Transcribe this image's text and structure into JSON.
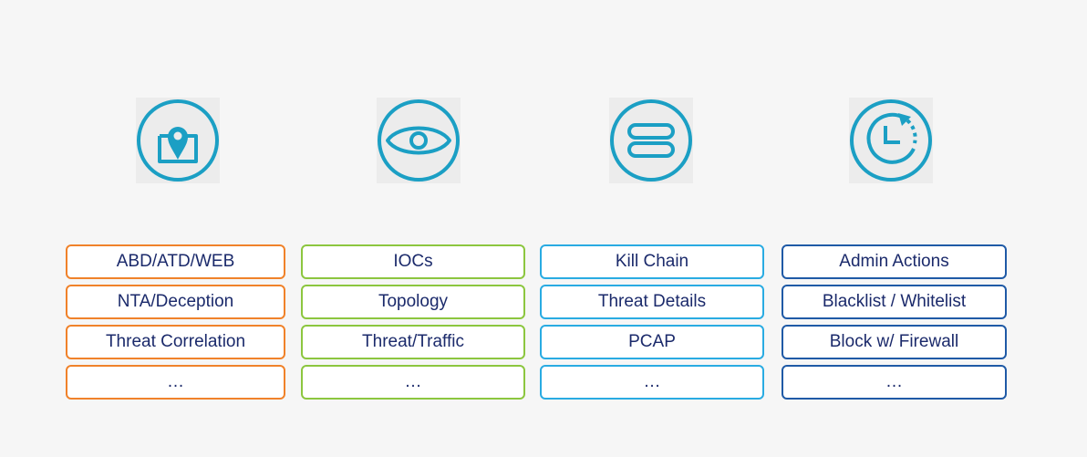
{
  "columns": [
    {
      "icon": "location-pin-icon",
      "color": "#f0822a",
      "items": [
        "ABD/ATD/WEB",
        "NTA/Deception",
        "Threat Correlation",
        "…"
      ]
    },
    {
      "icon": "eye-icon",
      "color": "#8cc63f",
      "items": [
        "IOCs",
        "Topology",
        "Threat/Traffic",
        "…"
      ]
    },
    {
      "icon": "database-icon",
      "color": "#29abe2",
      "items": [
        "Kill Chain",
        "Threat Details",
        "PCAP",
        "…"
      ]
    },
    {
      "icon": "clock-refresh-icon",
      "color": "#1f5aa6",
      "items": [
        "Admin Actions",
        "Blacklist / Whitelist",
        "Block w/ Firewall",
        "…"
      ]
    }
  ],
  "icon_color": "#1b9fc4",
  "text_color": "#1b2a6b"
}
